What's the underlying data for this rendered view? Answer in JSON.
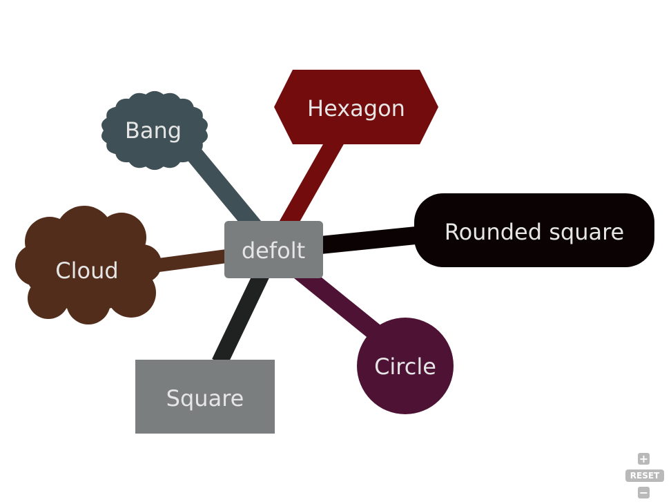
{
  "diagram": {
    "root": {
      "label": "defolt",
      "color": "#7a7e7f"
    },
    "nodes": {
      "hexagon": {
        "label": "Hexagon",
        "color": "#730c0c"
      },
      "bang": {
        "label": "Bang",
        "color": "#3f5157"
      },
      "rounded_square": {
        "label": "Rounded square",
        "color": "#0b0303"
      },
      "cloud": {
        "label": "Cloud",
        "color": "#532d1b"
      },
      "square": {
        "label": "Square",
        "color": "#7a7e7f"
      },
      "circle": {
        "label": "Circle",
        "color": "#4d1234"
      }
    },
    "edge_colors": {
      "hexagon": "#730c0c",
      "bang": "#3f5157",
      "rounded_square": "#0b0303",
      "cloud": "#532d1b",
      "square": "#202222",
      "circle": "#4d1234"
    }
  },
  "controls": {
    "zoom_in_icon": "plus-icon",
    "zoom_in": "+",
    "reset": "RESET",
    "zoom_out_icon": "minus-icon",
    "zoom_out": "−"
  }
}
